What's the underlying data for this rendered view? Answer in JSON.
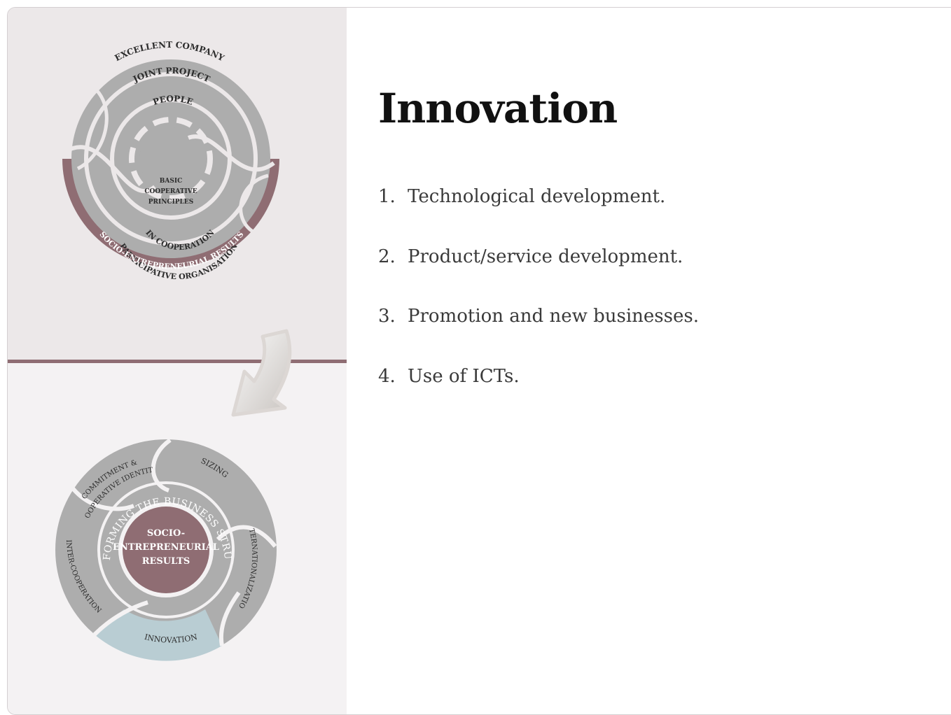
{
  "title": "Innovation",
  "items": [
    {
      "number": "1.",
      "text": "Technological development."
    },
    {
      "number": "2.",
      "text": "Product/service development."
    },
    {
      "number": "3.",
      "text": "Promotion and new businesses."
    },
    {
      "number": "4.",
      "text": "Use of ICTs."
    }
  ],
  "top_diagram": {
    "rings": {
      "outer": "EXCELLENT COMPANY",
      "second": "JOINT PROJECT",
      "third": "PEOPLE",
      "bottom_inner": "IN COOPERATION",
      "bottom_middle": "PARTICIPATIVE ORGANISATION",
      "bottom_outer": "SOCIO-ENTREPRENEURIAL RESULTS"
    },
    "center_lines": [
      "BASIC",
      "COOPERATIVE",
      "PRINCIPLES"
    ]
  },
  "bottom_diagram": {
    "center_lines": [
      "SOCIO-",
      "ENTREPRENEURIAL",
      "RESULTS"
    ],
    "ring_text": "TRANSFORMING THE BUSINESS STRUCTURE",
    "segments": {
      "commitment_line1": "COMMITMENT &",
      "commitment_line2": "COOPERATIVE IDENTITY",
      "sizing": "SIZING",
      "internationalization": "INTERNATIONALIZATION",
      "innovation": "INNOVATION",
      "intercooperation": "INTER-COOPERATION"
    },
    "highlighted_segment": "INNOVATION"
  },
  "colors": {
    "maroon": "#8f6d73",
    "ring_gray": "#adadad",
    "highlight": "#b9cdd3",
    "left_top_bg": "#ece8e9",
    "left_bottom_bg": "#f4f2f3"
  },
  "icons": [
    "curved-down-arrow-icon"
  ]
}
